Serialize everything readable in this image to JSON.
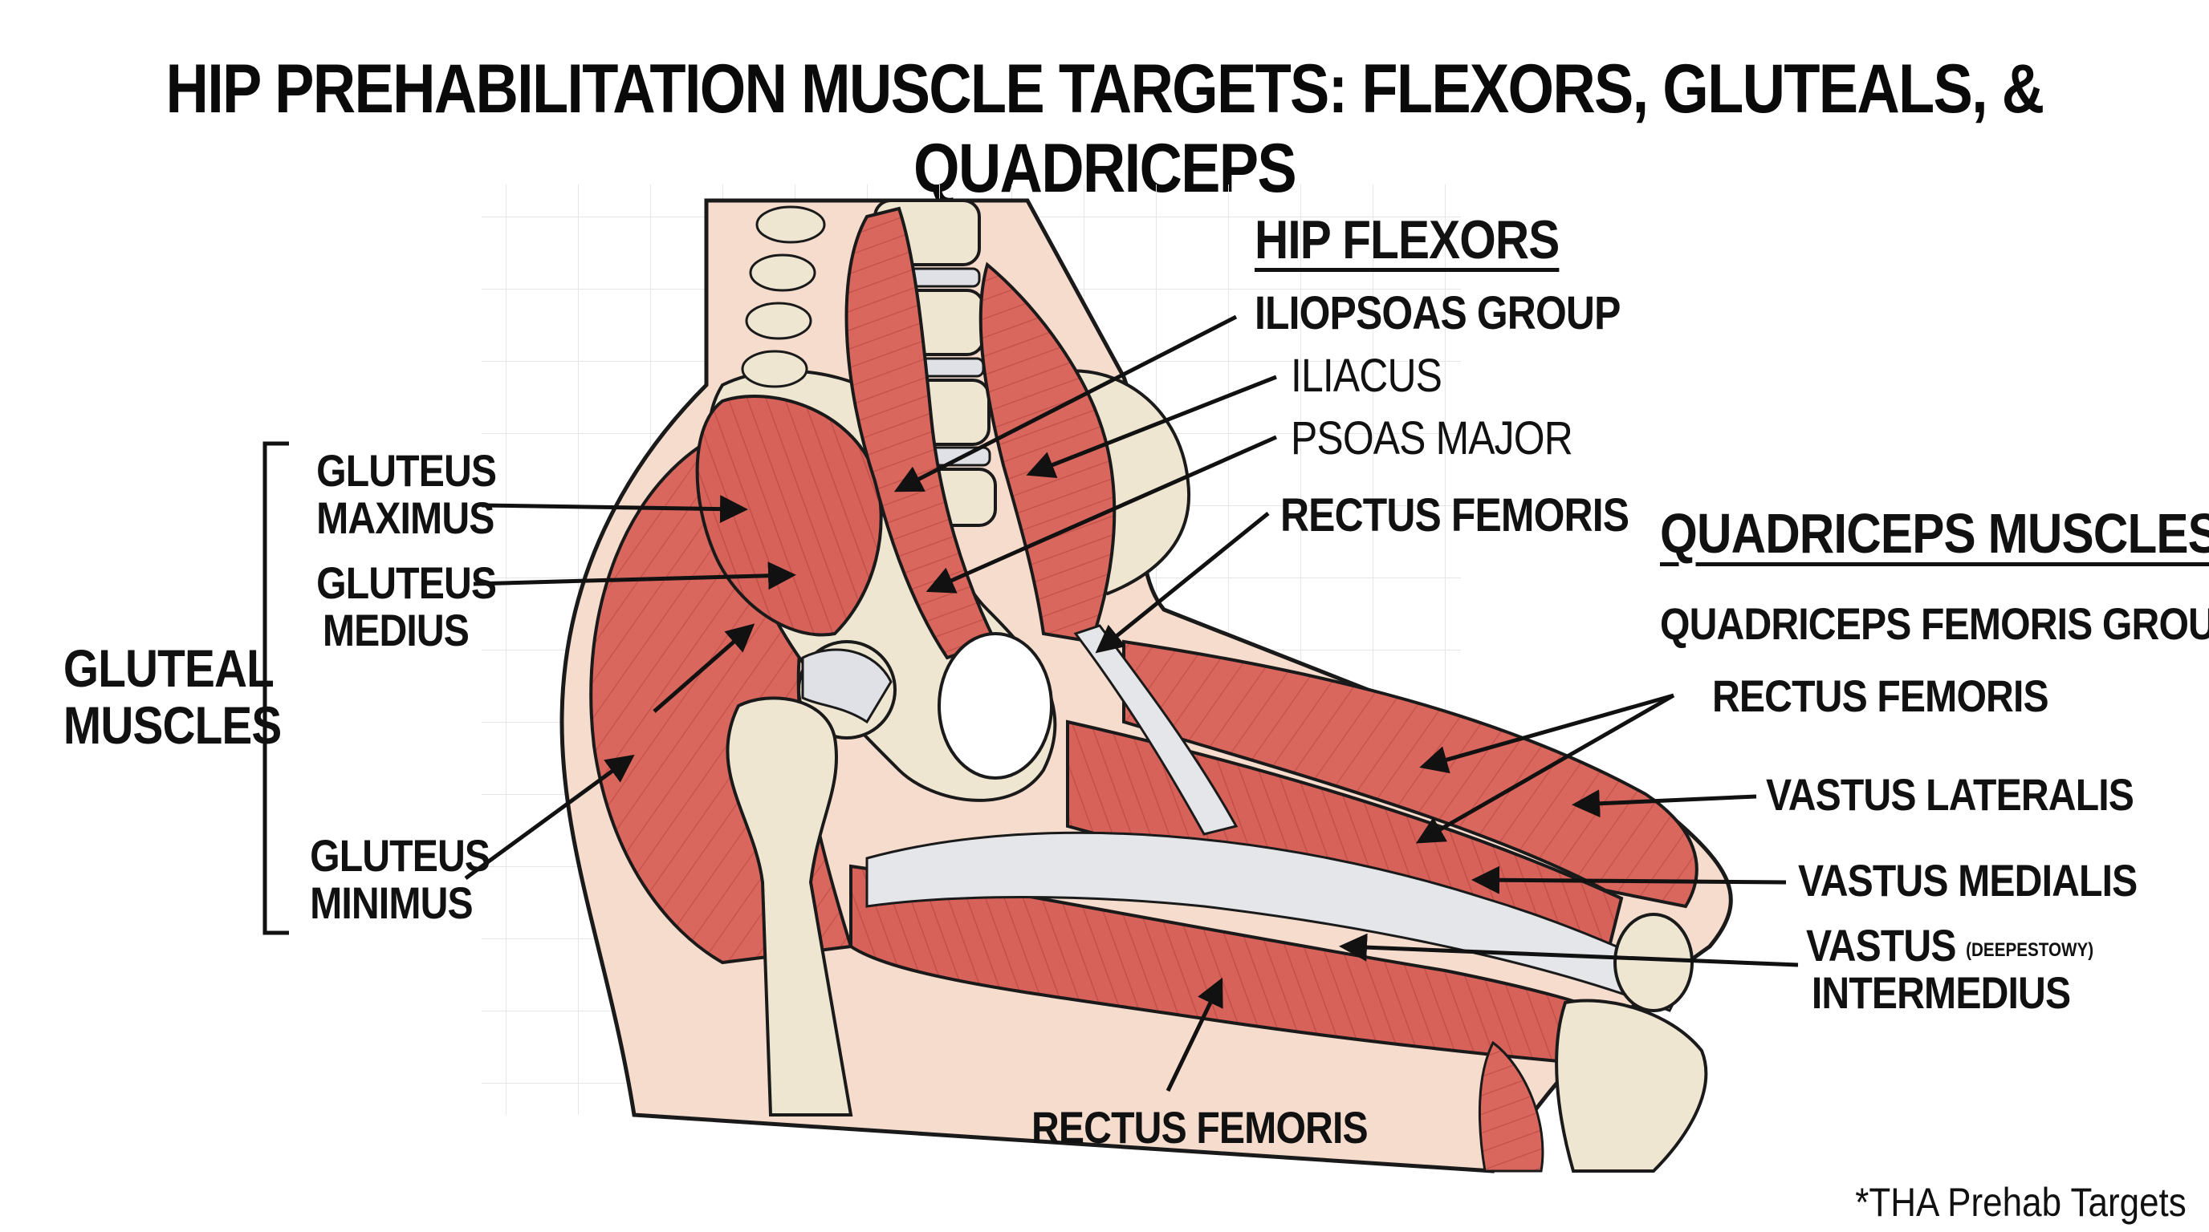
{
  "title": "HIP PREHABILITATION MUSCLE TARGETS: FLEXORS, GLUTEALS, & QUADRICEPS",
  "hip_flexors": {
    "header": "HIP FLEXORS",
    "group": "ILIOPSOAS GROUP",
    "iliacus": "ILIACUS",
    "psoas": "PSOAS MAJOR",
    "rectus_femoris": "RECTUS FEMORIS"
  },
  "gluteals": {
    "group_line1": "GLUTEAL",
    "group_line2": "MUSCLES",
    "maximus_line1": "GLUTEUS",
    "maximus_line2": "MAXIMUS",
    "medius_line1": "GLUTEUS",
    "medius_line2": "MEDIUS",
    "minimus_line1": "GLUTEUS",
    "minimus_line2": "MINIMUS"
  },
  "quadriceps": {
    "header": "QUADRICEPS MUSCLES",
    "group": "QUADRICEPS FEMORIS GROUP",
    "rectus_femoris": "RECTUS FEMORIS",
    "vastus_lateralis": "VASTUS LATERALIS",
    "vastus_medialis": "VASTUS MEDIALIS",
    "vastus_intermedius_line1": "VASTUS",
    "vastus_intermedius_note": "(DEEPESTOWY)",
    "vastus_intermedius_line2": "INTERMEDIUS"
  },
  "bottom_label": "RECTUS FEMORIS",
  "footnote": "*THA Prehab Targets",
  "colors": {
    "muscle": "#d9675e",
    "muscle_dark": "#b8453f",
    "bone": "#efe6d2",
    "tendon": "#e4e6ea",
    "skin": "#f6dccd"
  }
}
